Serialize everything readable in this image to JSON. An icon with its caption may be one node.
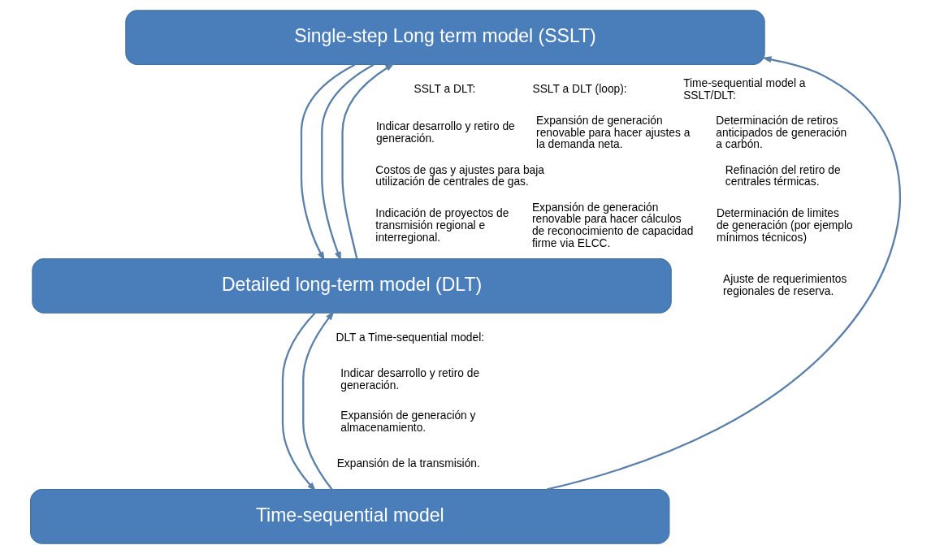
{
  "diagram": {
    "nodes": [
      {
        "text": [
          "Single-step Long term model (SSLT)"
        ]
      },
      {
        "text": [
          "Detailed long-term model (DLT)"
        ]
      },
      {
        "text": [
          "Time-sequential model"
        ]
      }
    ],
    "edges": [
      {
        "from": 0,
        "to": 1,
        "arrow": "to"
      },
      {
        "from": 0,
        "to": 1,
        "arrow": "to"
      },
      {
        "from": 1,
        "to": 0,
        "arrow": "to"
      },
      {
        "from": 1,
        "to": 2,
        "arrow": "to"
      },
      {
        "from": 2,
        "to": 1,
        "arrow": "to"
      },
      {
        "from": 2,
        "to": 0,
        "arrow": "to"
      }
    ],
    "labels": [
      "SSLT a DLT:",
      "Indicar desarrollo y retiro de generación.",
      "Costos de gas y ajustes para baja utilización de centrales de gas.",
      "Indicación de proyectos de transmisión regional e interregional.",
      "SSLT a DLT (loop):",
      "Expansión de generación renovable para hacer ajustes a la demanda neta.",
      "Expansión de generación renovable para hacer cálculos de reconocimiento de capacidad firme via ELCC.",
      "Time-sequential model a SSLT/DLT:",
      "Determinación de retiros anticipados de generación a carbón.",
      "Refinación del retiro de centrales térmicas.",
      "Determinación de limites de generación (por ejemplo mínimos técnicos)",
      "Ajuste de requerimientos regionales de reserva.",
      "DLT a Time-sequential model:",
      "Indicar desarrollo y retiro de generación.",
      "Expansión de generación y almacenamiento.",
      "Expansión de la transmisión."
    ]
  }
}
